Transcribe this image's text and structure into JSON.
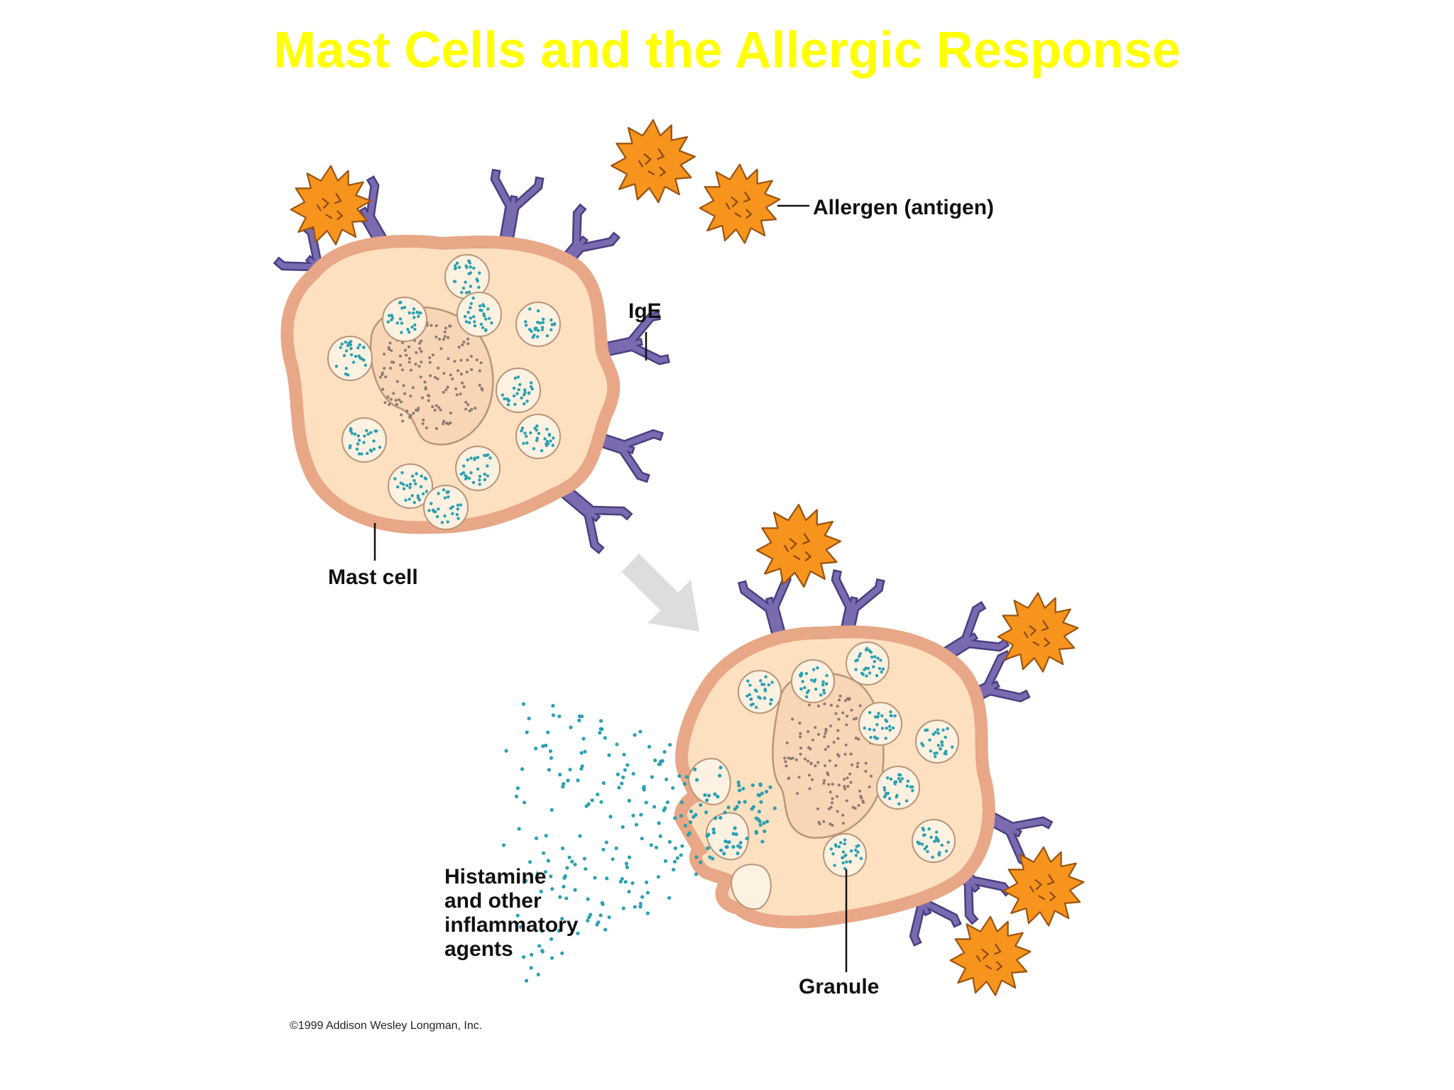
{
  "title": "Mast Cells and the Allergic Response",
  "labels": {
    "allergen": "Allergen (antigen)",
    "ige": "IgE",
    "mast_cell": "Mast cell",
    "granule": "Granule",
    "histamine": [
      "Histamine",
      "and other",
      "inflammatory",
      "agents"
    ],
    "copyright": "©1999 Addison Wesley Longman, Inc."
  },
  "colors": {
    "title": "#ffff00",
    "cell_membrane": "#e8a888",
    "cell_body": "#fde0c0",
    "granule_fill": "#fdf1e2",
    "granule_dots": "#2aa0b0",
    "nucleus_dots": "#8a7a72",
    "antibody": "#7a6ab0",
    "allergen": "#f7941d",
    "arrow": "#dddddd"
  },
  "icons": {
    "allergen": "spiky-allergen-icon",
    "antibody": "y-antibody-icon",
    "arrow": "process-arrow-icon"
  }
}
